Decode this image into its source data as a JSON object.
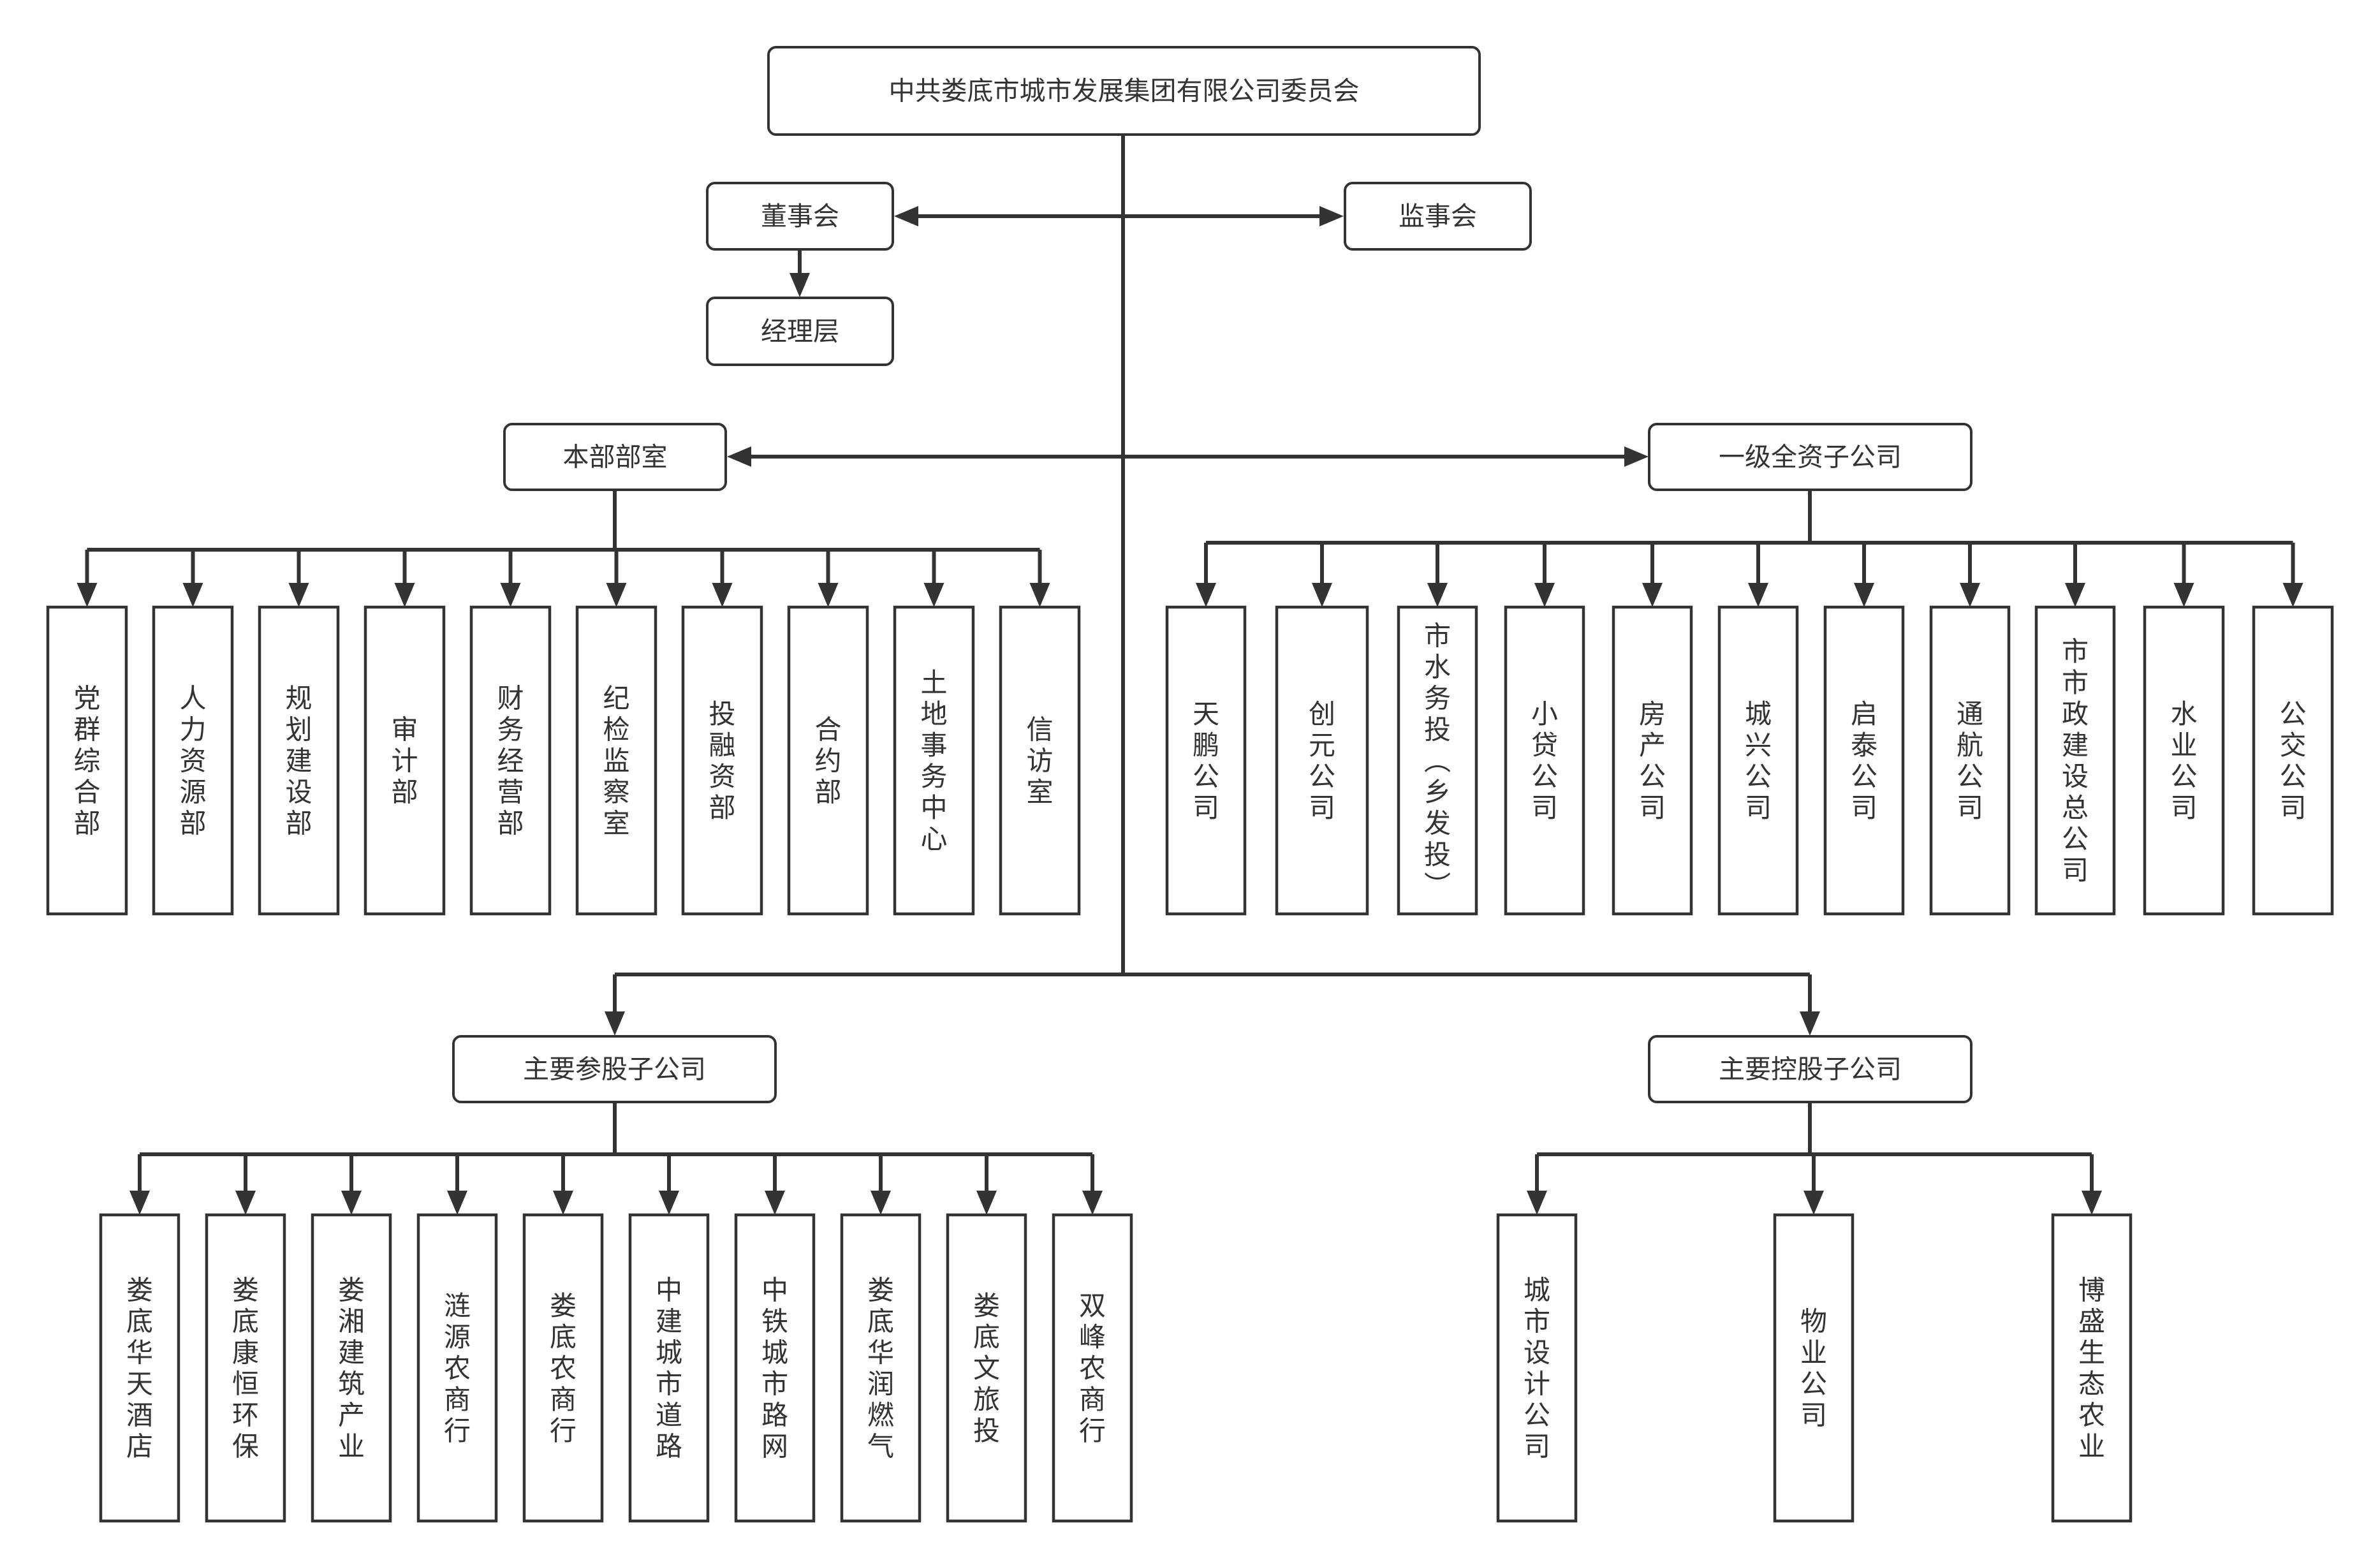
{
  "title": "中共娄底市城市发展集团有限公司委员会",
  "root": {
    "label": "中共娄底市城市发展集团有限公司委员会"
  },
  "governance": {
    "board": {
      "label": "董事会"
    },
    "supervisory_board": {
      "label": "监事会"
    },
    "management": {
      "label": "经理层"
    }
  },
  "headquarters": {
    "label": "本部部室",
    "departments": [
      "党群综合部",
      "人力资源部",
      "规划建设部",
      "审计部",
      "财务经营部",
      "纪检监察室",
      "投融资部",
      "合约部",
      "土地事务中心",
      "信访室"
    ]
  },
  "wholly_owned": {
    "label": "一级全资子公司",
    "companies": [
      "天鹏公司",
      "创元公司",
      "市水务投（乡发投）",
      "小贷公司",
      "房产公司",
      "城兴公司",
      "启泰公司",
      "通航公司",
      "市市政建设总公司",
      "水业公司",
      "公交公司"
    ]
  },
  "equity_participation": {
    "label": "主要参股子公司",
    "companies": [
      "娄底华天酒店",
      "娄底康恒环保",
      "娄湘建筑产业",
      "涟源农商行",
      "娄底农商行",
      "中建城市道路",
      "中铁城市路网",
      "娄底华润燃气",
      "娄底文旅投",
      "双峰农商行"
    ]
  },
  "controlled": {
    "label": "主要控股子公司",
    "companies": [
      "城市设计公司",
      "物业公司",
      "博盛生态农业"
    ]
  },
  "colors": {
    "line": "#333333",
    "border": "#333333",
    "text": "#333333",
    "background": "#ffffff"
  }
}
